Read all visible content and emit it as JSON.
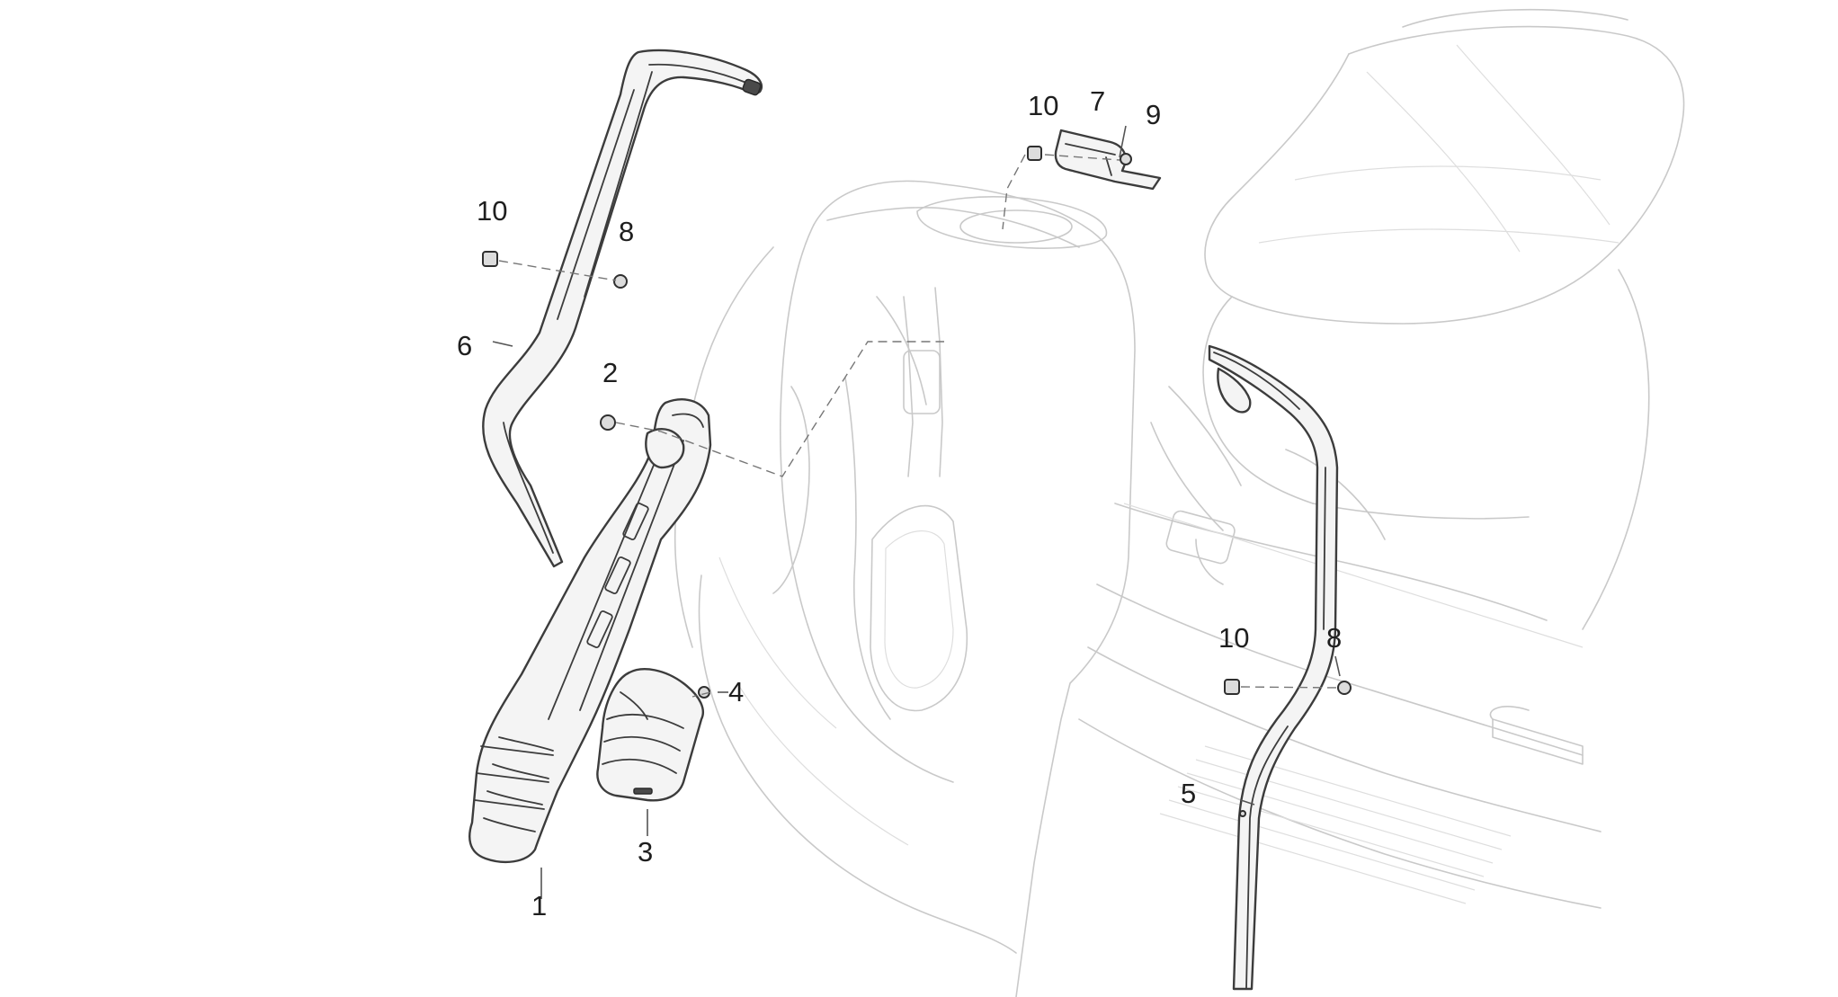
{
  "callouts": [
    {
      "id": "1",
      "label": "1"
    },
    {
      "id": "2",
      "label": "2"
    },
    {
      "id": "3",
      "label": "3"
    },
    {
      "id": "4",
      "label": "4"
    },
    {
      "id": "5",
      "label": "5"
    },
    {
      "id": "6",
      "label": "6"
    },
    {
      "id": "7",
      "label": "7"
    },
    {
      "id": "8a",
      "label": "8"
    },
    {
      "id": "8b",
      "label": "8"
    },
    {
      "id": "9",
      "label": "9"
    },
    {
      "id": "10a",
      "label": "10"
    },
    {
      "id": "10b",
      "label": "10"
    },
    {
      "id": "10c",
      "label": "10"
    }
  ],
  "colors": {
    "background": "#ffffff",
    "ghost_body": "#c9c9c9",
    "part_outline": "#3c3c3c"
  }
}
